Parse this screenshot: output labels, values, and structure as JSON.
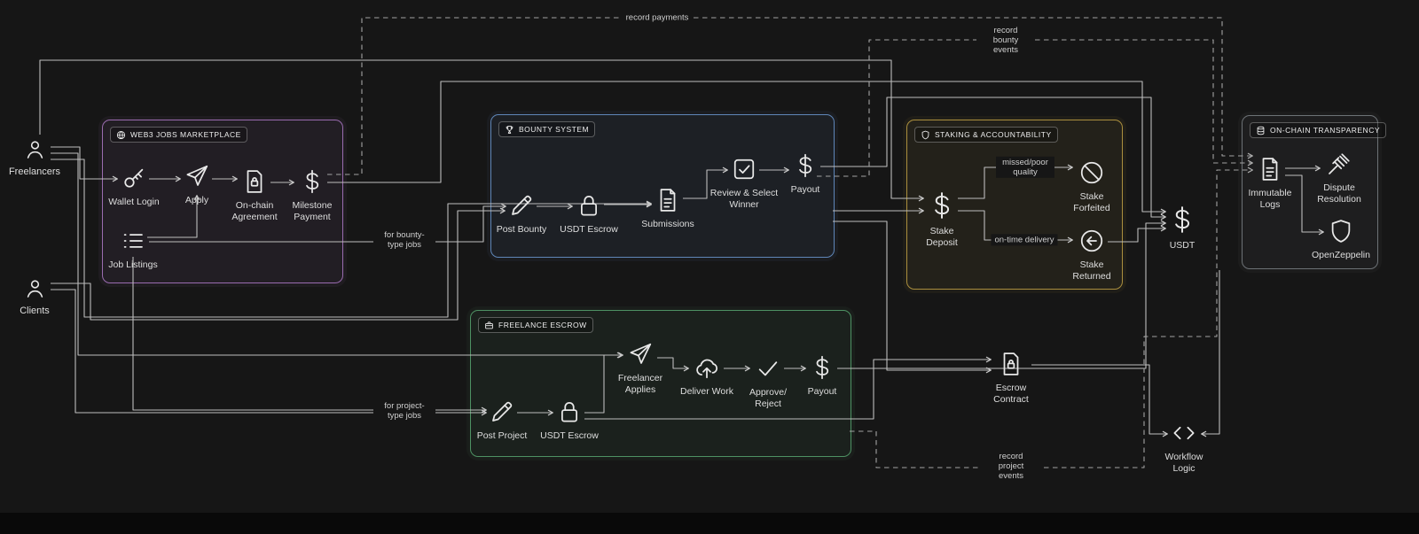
{
  "canvas": {
    "background": "#161616"
  },
  "actors": {
    "freelancers": {
      "label": "Freelancers"
    },
    "clients": {
      "label": "Clients"
    }
  },
  "groups": {
    "marketplace": {
      "title": "WEB3 JOBS MARKETPLACE",
      "accent": "#9a6cb0"
    },
    "bounty": {
      "title": "BOUNTY SYSTEM",
      "accent": "#5f86b8"
    },
    "staking": {
      "title": "STAKING & ACCOUNTABILITY",
      "accent": "#ab8f3e"
    },
    "freelance_escrow": {
      "title": "FREELANCE ESCROW",
      "accent": "#4e9163"
    },
    "transparency": {
      "title": "ON-CHAIN TRANSPARENCY",
      "accent": "#6d7276"
    }
  },
  "nodes": {
    "wallet_login": {
      "label": "Wallet Login"
    },
    "apply": {
      "label": "Apply"
    },
    "onchain_agreement": {
      "label": "On-chain Agreement"
    },
    "milestone_payment": {
      "label": "Milestone Payment"
    },
    "job_listings": {
      "label": "Job Listings"
    },
    "post_bounty": {
      "label": "Post Bounty"
    },
    "usdt_escrow_bounty": {
      "label": "USDT Escrow"
    },
    "submissions": {
      "label": "Submissions"
    },
    "review_select_winner": {
      "label": "Review & Select Winner"
    },
    "payout_bounty": {
      "label": "Payout"
    },
    "stake_deposit": {
      "label": "Stake Deposit"
    },
    "stake_forfeited": {
      "label": "Stake Forfeited"
    },
    "stake_returned": {
      "label": "Stake Returned"
    },
    "freelancer_applies": {
      "label": "Freelancer Applies"
    },
    "deliver_work": {
      "label": "Deliver Work"
    },
    "approve_reject": {
      "label": "Approve/",
      "label2": "Reject"
    },
    "payout_escrow": {
      "label": "Payout"
    },
    "post_project": {
      "label": "Post Project"
    },
    "usdt_escrow_project": {
      "label": "USDT Escrow"
    },
    "usdt": {
      "label": "USDT"
    },
    "escrow_contract": {
      "label": "Escrow Contract"
    },
    "workflow_logic": {
      "label": "Workflow Logic"
    },
    "immutable_logs": {
      "label": "Immutable Logs"
    },
    "dispute_resolution": {
      "label": "Dispute Resolution"
    },
    "openzeppelin": {
      "label": "OpenZeppelin"
    }
  },
  "edge_labels": {
    "record_payments": "record payments",
    "record_bounty_events": "record bounty events",
    "record_project_events": "record project events",
    "for_bounty_type_jobs": "for bounty-type jobs",
    "for_project_type_jobs": "for project-type jobs",
    "missed_poor_quality": "missed/poor quality",
    "on_time_delivery": "on-time delivery"
  }
}
